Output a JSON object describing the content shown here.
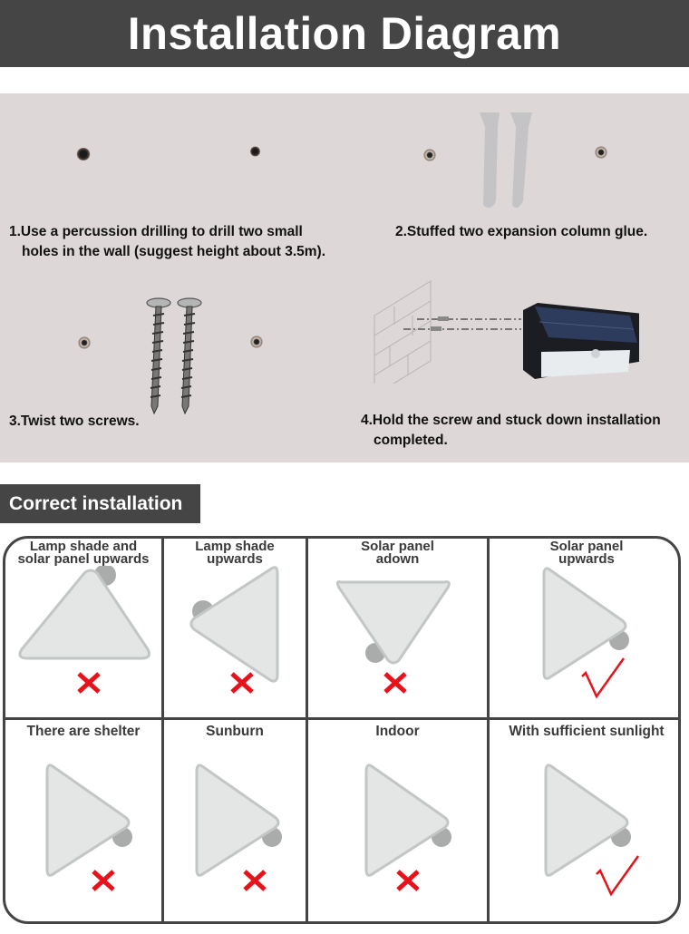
{
  "header": {
    "title": "Installation Diagram"
  },
  "steps": [
    {
      "id": 1,
      "line1": "1.Use a percussion drilling to drill two small",
      "line2": "holes in the wall (suggest height about 3.5m)."
    },
    {
      "id": 2,
      "line1": "2.Stuffed two expansion column glue.",
      "line2": ""
    },
    {
      "id": 3,
      "line1": "3.Twist two screws.",
      "line2": ""
    },
    {
      "id": 4,
      "line1": "4.Hold the screw and stuck down installation",
      "line2": "completed."
    }
  ],
  "section": {
    "title": "Correct installation"
  },
  "grid": {
    "cells": [
      {
        "title_line1": "Lamp shade and",
        "title_line2": "solar panel upwards",
        "orientation": "up",
        "verdict": "wrong"
      },
      {
        "title_line1": "Lamp shade",
        "title_line2": "upwards",
        "orientation": "left",
        "verdict": "wrong"
      },
      {
        "title_line1": "Solar panel",
        "title_line2": "adown",
        "orientation": "down",
        "verdict": "wrong"
      },
      {
        "title_line1": "Solar panel",
        "title_line2": "upwards",
        "orientation": "right",
        "verdict": "correct"
      },
      {
        "title_line1": "There are shelter",
        "title_line2": "",
        "orientation": "right",
        "verdict": "wrong"
      },
      {
        "title_line1": "Sunburn",
        "title_line2": "",
        "orientation": "right",
        "verdict": "wrong"
      },
      {
        "title_line1": "Indoor",
        "title_line2": "",
        "orientation": "right",
        "verdict": "wrong"
      },
      {
        "title_line1": "With sufficient sunlight",
        "title_line2": "",
        "orientation": "right",
        "verdict": "correct"
      }
    ]
  },
  "colors": {
    "banner": "#454545",
    "steps_bg": "#ddd8d7",
    "border": "#444444",
    "mark_red": "#e8121a"
  }
}
